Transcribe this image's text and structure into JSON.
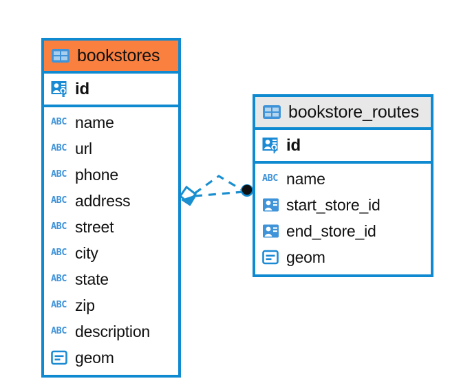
{
  "diagram": {
    "type": "entity-relationship-diagram",
    "background": "#ffffff",
    "accent_blue": "#0f8ad0",
    "accent_orange": "#fa8040",
    "accent_gray": "#e8e8e8",
    "icon_blue": "#3f93d8"
  },
  "tables": [
    {
      "name": "bookstores",
      "header_color": "#fa8040",
      "table_icon": "table-icon",
      "primary_keys": [
        {
          "label": "id",
          "icon": "primary-key-icon",
          "type": "key"
        }
      ],
      "fields": [
        {
          "label": "name",
          "icon": "abc-icon",
          "type": "text",
          "icon_text": "ABC"
        },
        {
          "label": "url",
          "icon": "abc-icon",
          "type": "text",
          "icon_text": "ABC"
        },
        {
          "label": "phone",
          "icon": "abc-icon",
          "type": "text",
          "icon_text": "ABC"
        },
        {
          "label": "address",
          "icon": "abc-icon",
          "type": "text",
          "icon_text": "ABC"
        },
        {
          "label": "street",
          "icon": "abc-icon",
          "type": "text",
          "icon_text": "ABC"
        },
        {
          "label": "city",
          "icon": "abc-icon",
          "type": "text",
          "icon_text": "ABC"
        },
        {
          "label": "state",
          "icon": "abc-icon",
          "type": "text",
          "icon_text": "ABC"
        },
        {
          "label": "zip",
          "icon": "abc-icon",
          "type": "text",
          "icon_text": "ABC"
        },
        {
          "label": "description",
          "icon": "abc-icon",
          "type": "text",
          "icon_text": "ABC"
        },
        {
          "label": "geom",
          "icon": "geometry-icon",
          "type": "geometry"
        }
      ]
    },
    {
      "name": "bookstore_routes",
      "header_color": "#e8e8e8",
      "table_icon": "table-icon",
      "primary_keys": [
        {
          "label": "id",
          "icon": "primary-key-icon",
          "type": "key"
        }
      ],
      "fields": [
        {
          "label": "name",
          "icon": "abc-icon",
          "type": "text",
          "icon_text": "ABC"
        },
        {
          "label": "start_store_id",
          "icon": "foreign-key-icon",
          "type": "reference"
        },
        {
          "label": "end_store_id",
          "icon": "foreign-key-icon",
          "type": "reference"
        },
        {
          "label": "geom",
          "icon": "geometry-icon",
          "type": "geometry"
        }
      ]
    }
  ],
  "relationship": {
    "source_table": "bookstores",
    "target_table": "bookstore_routes",
    "source_marker": "diamond-marker",
    "target_marker": "filled-circle-marker",
    "line_style": "dashed",
    "line_color": "#1a8fcf",
    "branches": 2
  }
}
